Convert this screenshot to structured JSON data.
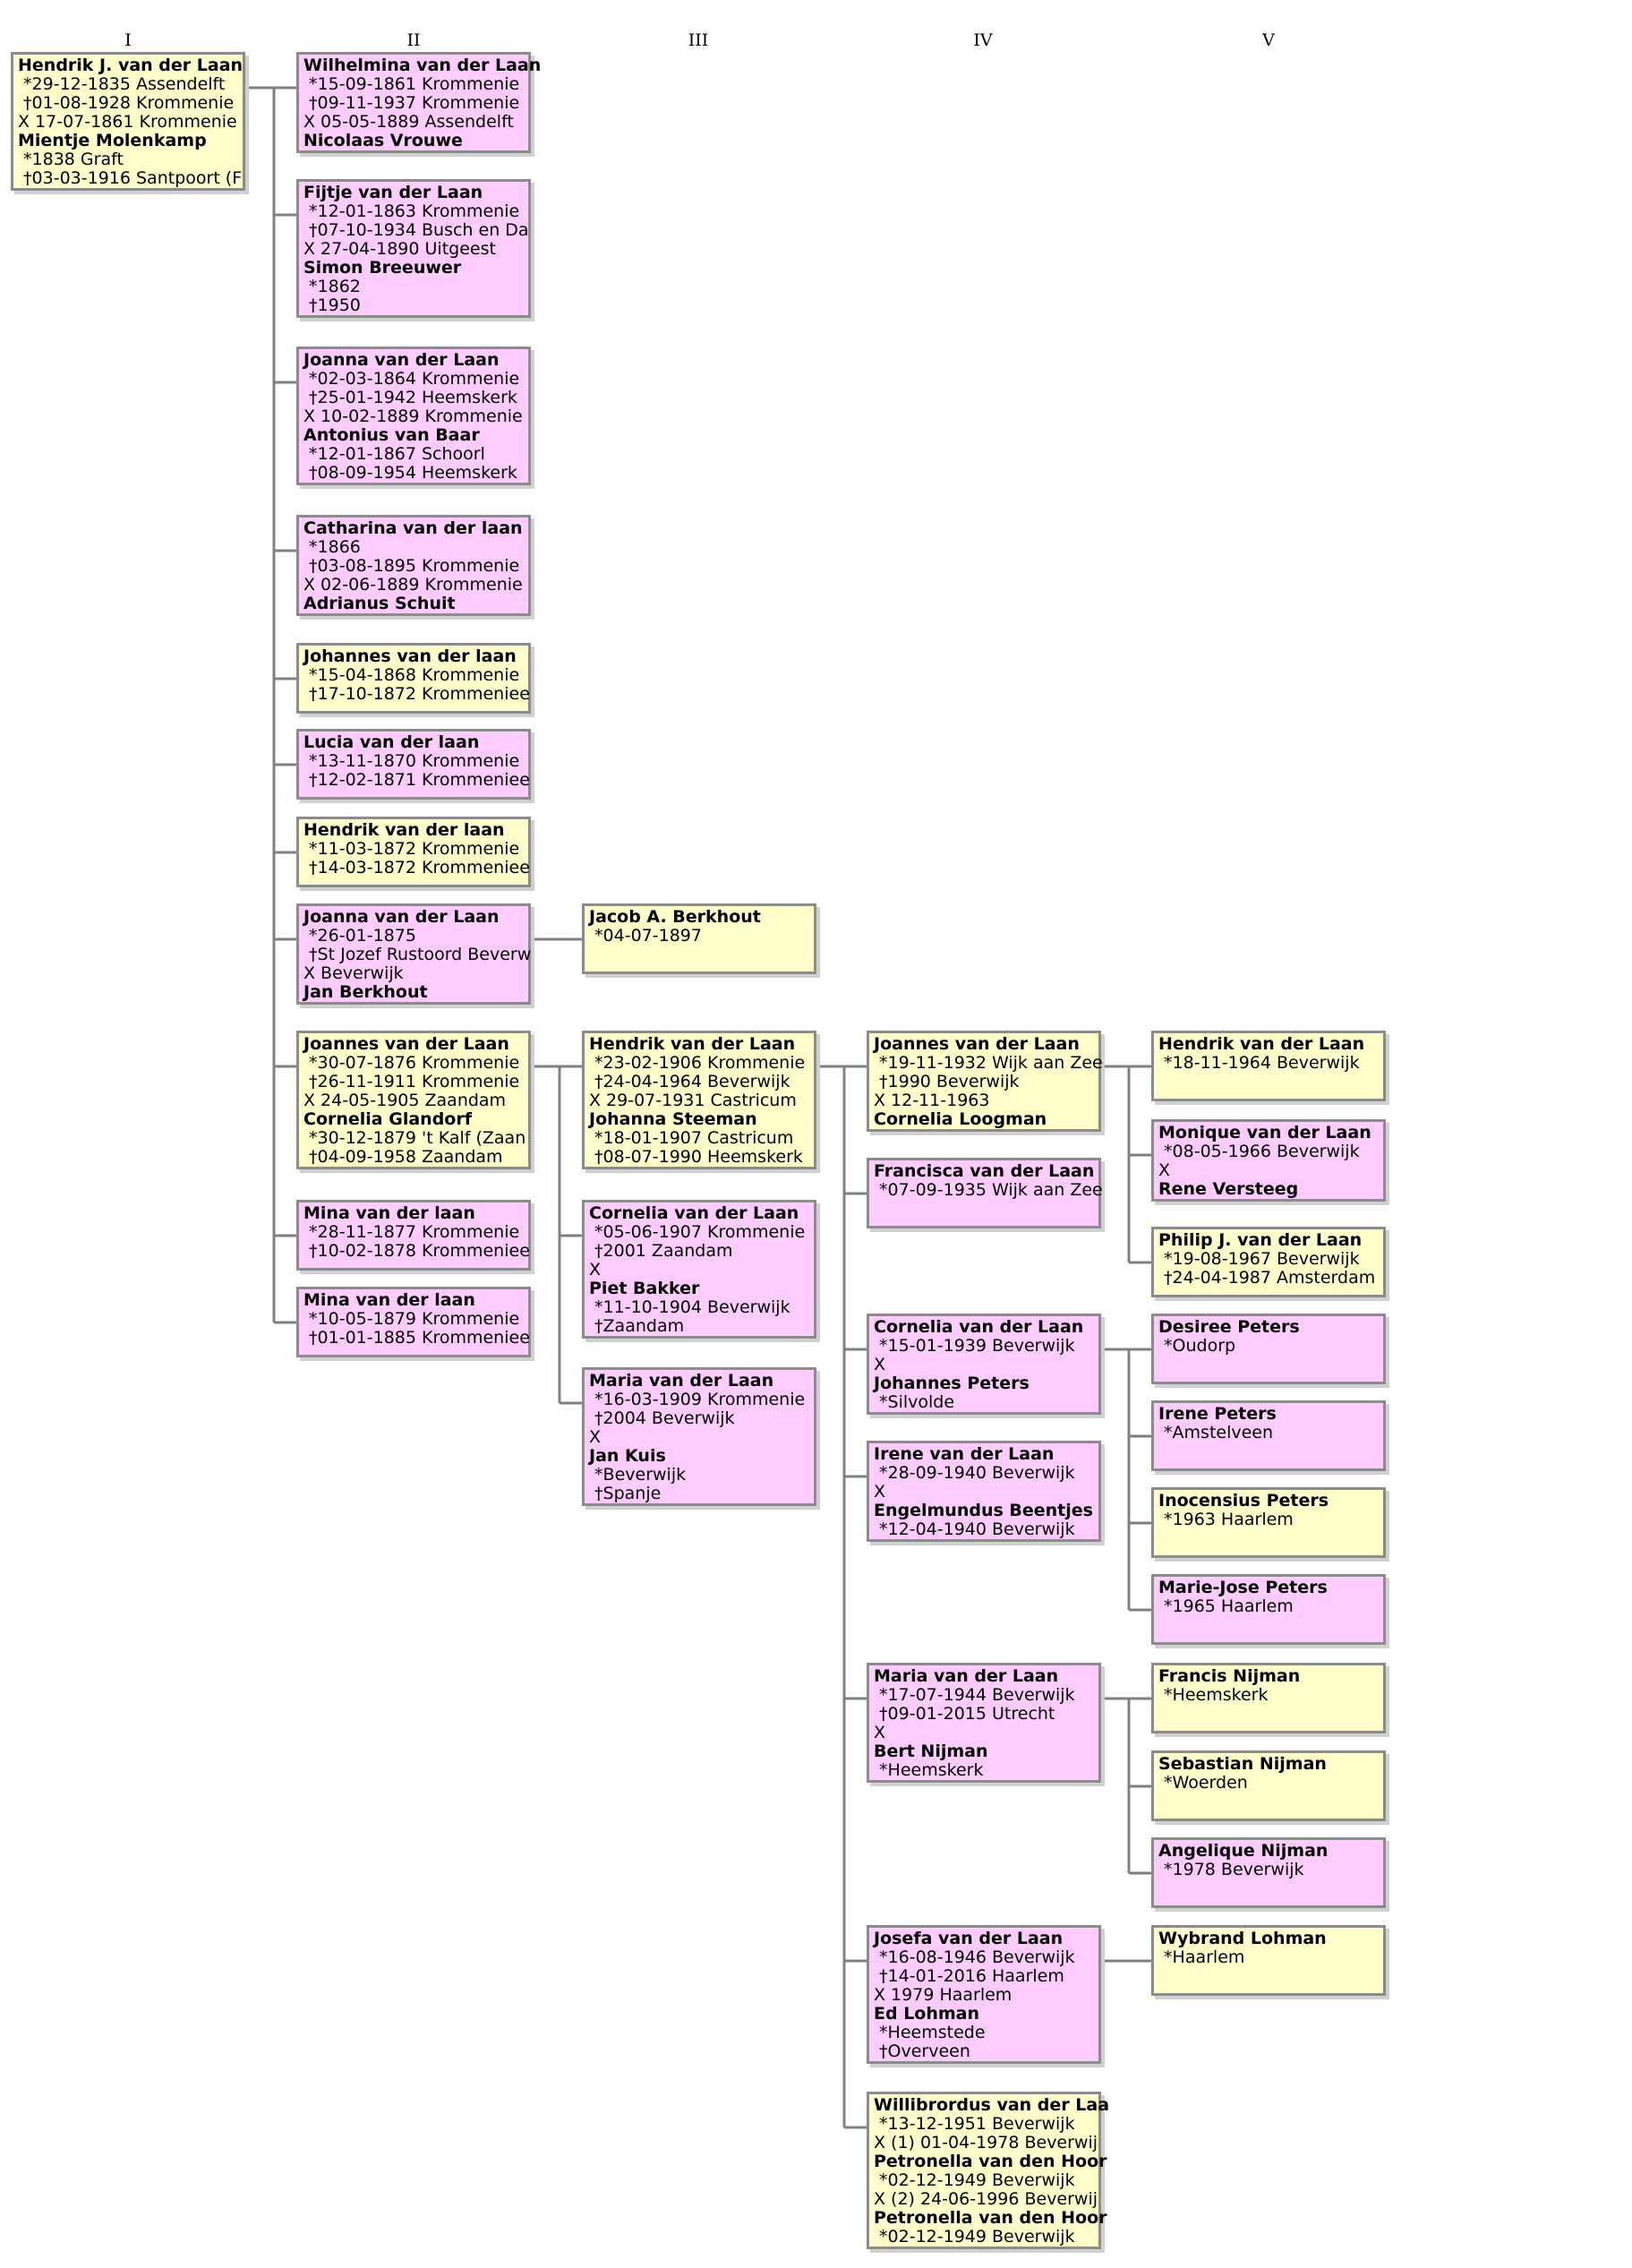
{
  "generations": [
    "I",
    "II",
    "III",
    "IV",
    "V"
  ],
  "persons": [
    {
      "id": "p1",
      "gen": 0,
      "sex": "m",
      "lines": [
        [
          "b",
          "Hendrik J. van der Laan"
        ],
        [
          "n",
          " *29-12-1835 Assendelft"
        ],
        [
          "n",
          " †01-08-1928 Krommenie"
        ],
        [
          "n",
          "X 17-07-1861 Krommenie"
        ],
        [
          "b",
          "Mientje Molenkamp"
        ],
        [
          "n",
          " *1838 Graft"
        ],
        [
          "n",
          " †03-03-1916 Santpoort (F"
        ]
      ]
    },
    {
      "id": "p2",
      "gen": 1,
      "sex": "f",
      "parent": "p1",
      "lines": [
        [
          "b",
          "Wilhelmina van der Laan"
        ],
        [
          "n",
          " *15-09-1861 Krommenie"
        ],
        [
          "n",
          " †09-11-1937 Krommenie"
        ],
        [
          "n",
          "X 05-05-1889 Assendelft"
        ],
        [
          "b",
          "Nicolaas Vrouwe"
        ]
      ]
    },
    {
      "id": "p3",
      "gen": 1,
      "sex": "f",
      "parent": "p1",
      "lines": [
        [
          "b",
          "Fijtje van der Laan"
        ],
        [
          "n",
          " *12-01-1863 Krommenie"
        ],
        [
          "n",
          " †07-10-1934 Busch en Da"
        ],
        [
          "n",
          "X 27-04-1890 Uitgeest"
        ],
        [
          "b",
          "Simon Breeuwer"
        ],
        [
          "n",
          " *1862"
        ],
        [
          "n",
          " †1950"
        ]
      ]
    },
    {
      "id": "p4",
      "gen": 1,
      "sex": "f",
      "parent": "p1",
      "lines": [
        [
          "b",
          "Joanna van der Laan"
        ],
        [
          "n",
          " *02-03-1864 Krommenie"
        ],
        [
          "n",
          " †25-01-1942 Heemskerk"
        ],
        [
          "n",
          "X 10-02-1889 Krommenie"
        ],
        [
          "b",
          "Antonius van Baar"
        ],
        [
          "n",
          " *12-01-1867 Schoorl"
        ],
        [
          "n",
          " †08-09-1954 Heemskerk"
        ]
      ]
    },
    {
      "id": "p5",
      "gen": 1,
      "sex": "f",
      "parent": "p1",
      "lines": [
        [
          "b",
          "Catharina van der laan"
        ],
        [
          "n",
          " *1866"
        ],
        [
          "n",
          " †03-08-1895 Krommenie"
        ],
        [
          "n",
          "X 02-06-1889 Krommenie"
        ],
        [
          "b",
          "Adrianus Schuit"
        ]
      ]
    },
    {
      "id": "p6",
      "gen": 1,
      "sex": "m",
      "parent": "p1",
      "lines": [
        [
          "b",
          "Johannes van der laan"
        ],
        [
          "n",
          " *15-04-1868 Krommenie"
        ],
        [
          "n",
          " †17-10-1872 Krommeniee"
        ]
      ]
    },
    {
      "id": "p7",
      "gen": 1,
      "sex": "f",
      "parent": "p1",
      "lines": [
        [
          "b",
          "Lucia van der laan"
        ],
        [
          "n",
          " *13-11-1870 Krommenie"
        ],
        [
          "n",
          " †12-02-1871 Krommeniee"
        ]
      ]
    },
    {
      "id": "p8",
      "gen": 1,
      "sex": "m",
      "parent": "p1",
      "lines": [
        [
          "b",
          "Hendrik van der laan"
        ],
        [
          "n",
          " *11-03-1872 Krommenie"
        ],
        [
          "n",
          " †14-03-1872 Krommeniee"
        ]
      ]
    },
    {
      "id": "p9",
      "gen": 1,
      "sex": "f",
      "parent": "p1",
      "lines": [
        [
          "b",
          "Joanna van der Laan"
        ],
        [
          "n",
          " *26-01-1875"
        ],
        [
          "n",
          " †St Jozef Rustoord Beverw"
        ],
        [
          "n",
          "X Beverwijk"
        ],
        [
          "b",
          "Jan Berkhout"
        ]
      ]
    },
    {
      "id": "p10",
      "gen": 1,
      "sex": "m",
      "parent": "p1",
      "lines": [
        [
          "b",
          "Joannes van der Laan"
        ],
        [
          "n",
          " *30-07-1876 Krommenie"
        ],
        [
          "n",
          " †26-11-1911 Krommenie"
        ],
        [
          "n",
          "X 24-05-1905 Zaandam"
        ],
        [
          "b",
          "Cornelia Glandorf"
        ],
        [
          "n",
          " *30-12-1879 't Kalf (Zaan"
        ],
        [
          "n",
          " †04-09-1958 Zaandam"
        ]
      ]
    },
    {
      "id": "p11",
      "gen": 1,
      "sex": "f",
      "parent": "p1",
      "lines": [
        [
          "b",
          "Mina van der laan"
        ],
        [
          "n",
          " *28-11-1877 Krommenie"
        ],
        [
          "n",
          " †10-02-1878 Krommeniee"
        ]
      ]
    },
    {
      "id": "p12",
      "gen": 1,
      "sex": "f",
      "parent": "p1",
      "lines": [
        [
          "b",
          "Mina van der laan"
        ],
        [
          "n",
          " *10-05-1879 Krommenie"
        ],
        [
          "n",
          " †01-01-1885 Krommeniee"
        ]
      ]
    },
    {
      "id": "p13",
      "gen": 2,
      "sex": "m",
      "parent": "p9",
      "lines": [
        [
          "b",
          "Jacob A. Berkhout"
        ],
        [
          "n",
          " *04-07-1897"
        ]
      ]
    },
    {
      "id": "p14",
      "gen": 2,
      "sex": "m",
      "parent": "p10",
      "lines": [
        [
          "b",
          "Hendrik van der Laan"
        ],
        [
          "n",
          " *23-02-1906 Krommenie"
        ],
        [
          "n",
          " †24-04-1964 Beverwijk"
        ],
        [
          "n",
          "X 29-07-1931 Castricum"
        ],
        [
          "b",
          "Johanna Steeman"
        ],
        [
          "n",
          " *18-01-1907 Castricum"
        ],
        [
          "n",
          " †08-07-1990 Heemskerk"
        ]
      ]
    },
    {
      "id": "p15",
      "gen": 2,
      "sex": "f",
      "parent": "p10",
      "lines": [
        [
          "b",
          "Cornelia van der Laan"
        ],
        [
          "n",
          " *05-06-1907 Krommenie"
        ],
        [
          "n",
          " †2001 Zaandam"
        ],
        [
          "n",
          "X"
        ],
        [
          "b",
          "Piet Bakker"
        ],
        [
          "n",
          " *11-10-1904 Beverwijk"
        ],
        [
          "n",
          " †Zaandam"
        ]
      ]
    },
    {
      "id": "p16",
      "gen": 2,
      "sex": "f",
      "parent": "p10",
      "lines": [
        [
          "b",
          "Maria van der Laan"
        ],
        [
          "n",
          " *16-03-1909 Krommenie"
        ],
        [
          "n",
          " †2004 Beverwijk"
        ],
        [
          "n",
          "X"
        ],
        [
          "b",
          "Jan Kuis"
        ],
        [
          "n",
          " *Beverwijk"
        ],
        [
          "n",
          " †Spanje"
        ]
      ]
    },
    {
      "id": "p17",
      "gen": 3,
      "sex": "m",
      "parent": "p14",
      "lines": [
        [
          "b",
          "Joannes van der Laan"
        ],
        [
          "n",
          " *19-11-1932 Wijk aan Zee"
        ],
        [
          "n",
          " †1990 Beverwijk"
        ],
        [
          "n",
          "X 12-11-1963"
        ],
        [
          "b",
          "Cornelia Loogman"
        ]
      ]
    },
    {
      "id": "p18",
      "gen": 3,
      "sex": "f",
      "parent": "p14",
      "lines": [
        [
          "b",
          "Francisca van der Laan"
        ],
        [
          "n",
          " *07-09-1935 Wijk aan Zee"
        ]
      ]
    },
    {
      "id": "p19",
      "gen": 3,
      "sex": "f",
      "parent": "p14",
      "lines": [
        [
          "b",
          "Cornelia van der Laan"
        ],
        [
          "n",
          " *15-01-1939 Beverwijk"
        ],
        [
          "n",
          "X"
        ],
        [
          "b",
          "Johannes Peters"
        ],
        [
          "n",
          " *Silvolde"
        ]
      ]
    },
    {
      "id": "p20",
      "gen": 3,
      "sex": "f",
      "parent": "p14",
      "lines": [
        [
          "b",
          "Irene van der Laan"
        ],
        [
          "n",
          " *28-09-1940 Beverwijk"
        ],
        [
          "n",
          "X"
        ],
        [
          "b",
          "Engelmundus Beentjes"
        ],
        [
          "n",
          " *12-04-1940 Beverwijk"
        ]
      ]
    },
    {
      "id": "p21",
      "gen": 3,
      "sex": "f",
      "parent": "p14",
      "lines": [
        [
          "b",
          "Maria van der Laan"
        ],
        [
          "n",
          " *17-07-1944 Beverwijk"
        ],
        [
          "n",
          " †09-01-2015 Utrecht"
        ],
        [
          "n",
          "X"
        ],
        [
          "b",
          "Bert Nijman"
        ],
        [
          "n",
          " *Heemskerk"
        ]
      ]
    },
    {
      "id": "p22",
      "gen": 3,
      "sex": "f",
      "parent": "p14",
      "lines": [
        [
          "b",
          "Josefa van der Laan"
        ],
        [
          "n",
          " *16-08-1946 Beverwijk"
        ],
        [
          "n",
          " †14-01-2016 Haarlem"
        ],
        [
          "n",
          "X 1979 Haarlem"
        ],
        [
          "b",
          "Ed Lohman"
        ],
        [
          "n",
          " *Heemstede"
        ],
        [
          "n",
          " †Overveen"
        ]
      ]
    },
    {
      "id": "p23",
      "gen": 3,
      "sex": "m",
      "parent": "p14",
      "lines": [
        [
          "b",
          "Willibrordus van der Laa"
        ],
        [
          "n",
          " *13-12-1951 Beverwijk"
        ],
        [
          "n",
          "X (1) 01-04-1978 Beverwij"
        ],
        [
          "b",
          "Petronella van den Hoor"
        ],
        [
          "n",
          " *02-12-1949 Beverwijk"
        ],
        [
          "n",
          "X (2) 24-06-1996 Beverwij"
        ],
        [
          "b",
          "Petronella van den Hoor"
        ],
        [
          "n",
          " *02-12-1949 Beverwijk"
        ]
      ]
    },
    {
      "id": "p24",
      "gen": 4,
      "sex": "m",
      "parent": "p17",
      "lines": [
        [
          "b",
          "Hendrik van der Laan"
        ],
        [
          "n",
          " *18-11-1964 Beverwijk"
        ]
      ]
    },
    {
      "id": "p25",
      "gen": 4,
      "sex": "f",
      "parent": "p17",
      "lines": [
        [
          "b",
          "Monique van der Laan"
        ],
        [
          "n",
          " *08-05-1966 Beverwijk"
        ],
        [
          "n",
          "X"
        ],
        [
          "b",
          "Rene Versteeg"
        ]
      ]
    },
    {
      "id": "p26",
      "gen": 4,
      "sex": "m",
      "parent": "p17",
      "lines": [
        [
          "b",
          "Philip J. van der Laan"
        ],
        [
          "n",
          " *19-08-1967 Beverwijk"
        ],
        [
          "n",
          " †24-04-1987 Amsterdam"
        ]
      ]
    },
    {
      "id": "p27",
      "gen": 4,
      "sex": "f",
      "parent": "p19",
      "lines": [
        [
          "b",
          "Desiree Peters"
        ],
        [
          "n",
          " *Oudorp"
        ]
      ]
    },
    {
      "id": "p28",
      "gen": 4,
      "sex": "f",
      "parent": "p19",
      "lines": [
        [
          "b",
          "Irene Peters"
        ],
        [
          "n",
          " *Amstelveen"
        ]
      ]
    },
    {
      "id": "p29",
      "gen": 4,
      "sex": "m",
      "parent": "p19",
      "lines": [
        [
          "b",
          "Inocensius Peters"
        ],
        [
          "n",
          " *1963 Haarlem"
        ]
      ]
    },
    {
      "id": "p30",
      "gen": 4,
      "sex": "f",
      "parent": "p19",
      "lines": [
        [
          "b",
          "Marie-Jose Peters"
        ],
        [
          "n",
          " *1965 Haarlem"
        ]
      ]
    },
    {
      "id": "p31",
      "gen": 4,
      "sex": "m",
      "parent": "p21",
      "lines": [
        [
          "b",
          "Francis Nijman"
        ],
        [
          "n",
          " *Heemskerk"
        ]
      ]
    },
    {
      "id": "p32",
      "gen": 4,
      "sex": "m",
      "parent": "p21",
      "lines": [
        [
          "b",
          "Sebastian Nijman"
        ],
        [
          "n",
          " *Woerden"
        ]
      ]
    },
    {
      "id": "p33",
      "gen": 4,
      "sex": "f",
      "parent": "p21",
      "lines": [
        [
          "b",
          "Angelique Nijman"
        ],
        [
          "n",
          " *1978 Beverwijk"
        ]
      ]
    },
    {
      "id": "p34",
      "gen": 4,
      "sex": "m",
      "parent": "p22",
      "lines": [
        [
          "b",
          "Wybrand Lohman"
        ],
        [
          "n",
          " *Haarlem"
        ]
      ]
    }
  ],
  "colors": {
    "male": "#ffffcc",
    "female": "#ffccff",
    "border": "#8c8c8c",
    "line": "#808080"
  }
}
